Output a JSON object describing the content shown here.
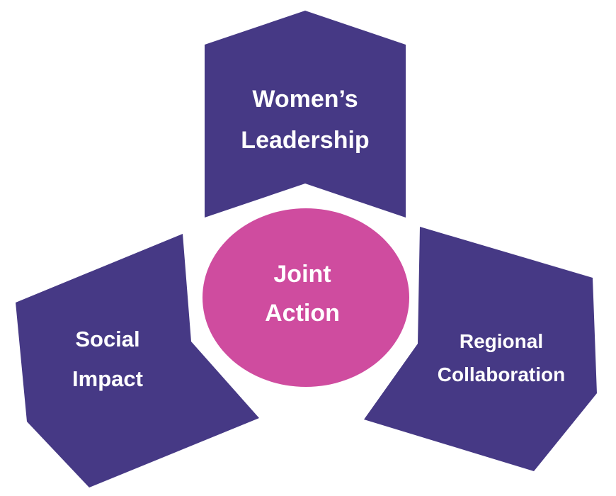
{
  "colors": {
    "segment": "#463985",
    "center": "#cf4c9f",
    "text": "#ffffff",
    "background": "#ffffff"
  },
  "center": {
    "line1": "Joint",
    "line2": "Action"
  },
  "segments": {
    "top": {
      "line1": "Women’s",
      "line2": "Leadership"
    },
    "left": {
      "line1": "Social",
      "line2": "Impact"
    },
    "right": {
      "line1": "Regional",
      "line2": "Collaboration"
    }
  }
}
